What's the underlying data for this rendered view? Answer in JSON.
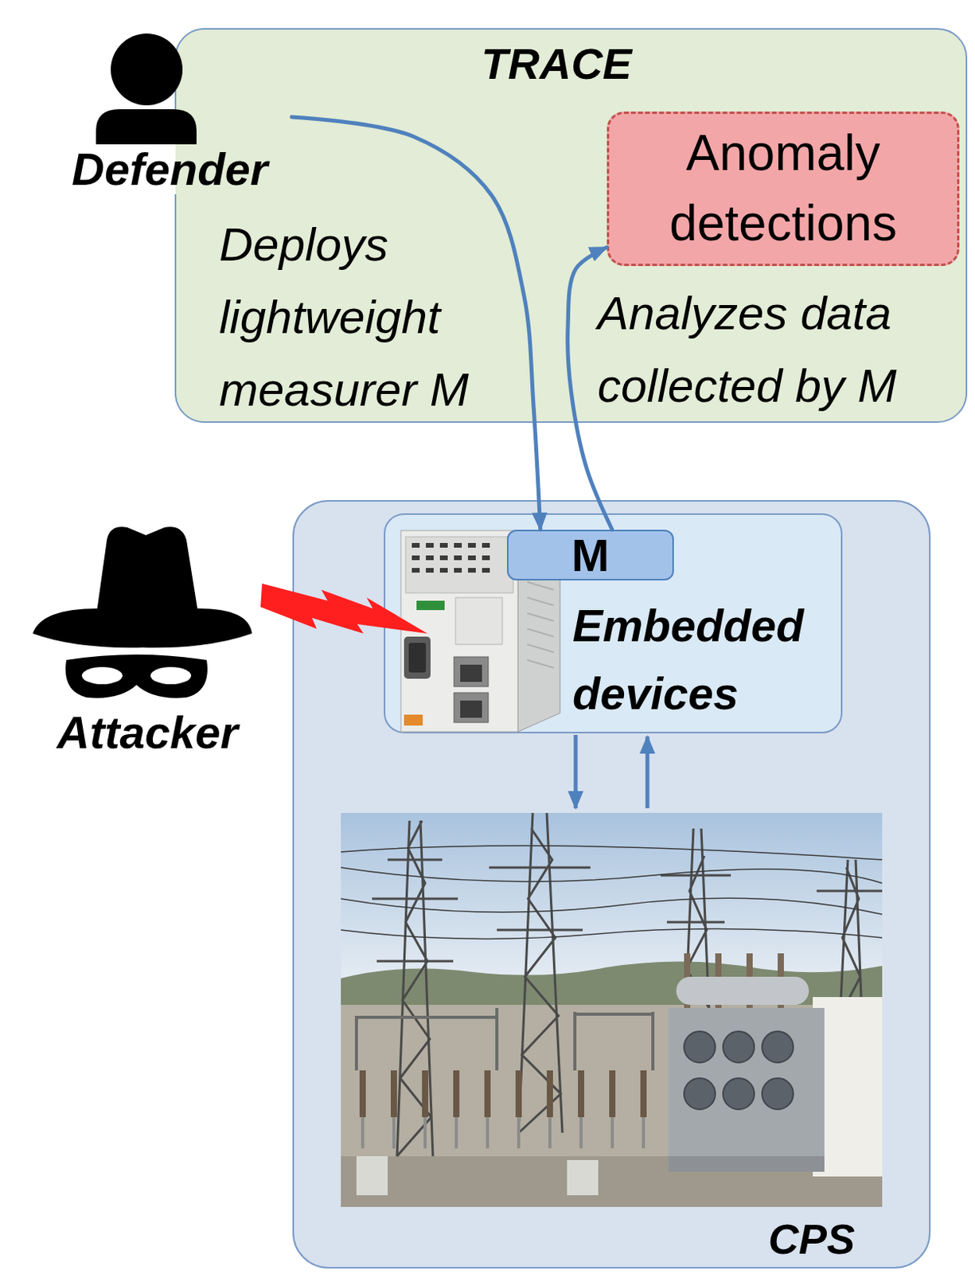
{
  "diagram": {
    "nodes": [
      {
        "text": [
          "Defender"
        ]
      },
      {
        "text": [
          "TRACE"
        ]
      },
      {
        "text": [
          "Anomaly detections"
        ],
        "in": 1
      },
      {
        "text": [
          "Attacker"
        ]
      },
      {
        "text": [
          "CPS"
        ]
      },
      {
        "text": [
          "Embedded devices"
        ],
        "in": 4
      },
      {
        "text": [
          "M"
        ],
        "in": 5
      }
    ],
    "edges": [
      {
        "from": 0,
        "to": 6,
        "label": "Deploys lightweight measurer M",
        "arrow": "to"
      },
      {
        "from": 6,
        "to": 2,
        "label": "Analyzes data collected by M",
        "arrow": "to"
      }
    ]
  }
}
